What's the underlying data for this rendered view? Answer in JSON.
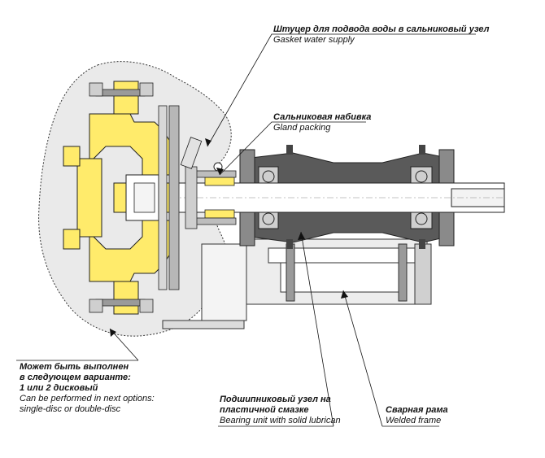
{
  "colors": {
    "yellow": "#ffeb6b",
    "yellow_dark": "#f2d64b",
    "dark_gray": "#555555",
    "mid_gray": "#9a9a9a",
    "light_gray": "#e6e6e6",
    "line": "#222222"
  },
  "callouts": {
    "water_supply": {
      "ru": "Штуцер для подвода воды в сальниковый узел",
      "en": "Gasket water supply"
    },
    "gland_packing": {
      "ru": "Сальниковая набивка",
      "en": "Gland packing"
    },
    "options": {
      "ru_1": "Может быть выполнен",
      "ru_2": "в следующем варианте:",
      "ru_3": "1 или 2 дисковый",
      "en_1": "Can be performed in next options:",
      "en_2": "single-disc or double-disc"
    },
    "bearing_unit": {
      "ru_1": "Подшипниковый узел на",
      "ru_2": "пластичной смазке",
      "en": "Bearing unit with solid lubrican"
    },
    "welded_frame": {
      "ru": "Сварная рама",
      "en": "Welded frame"
    }
  }
}
